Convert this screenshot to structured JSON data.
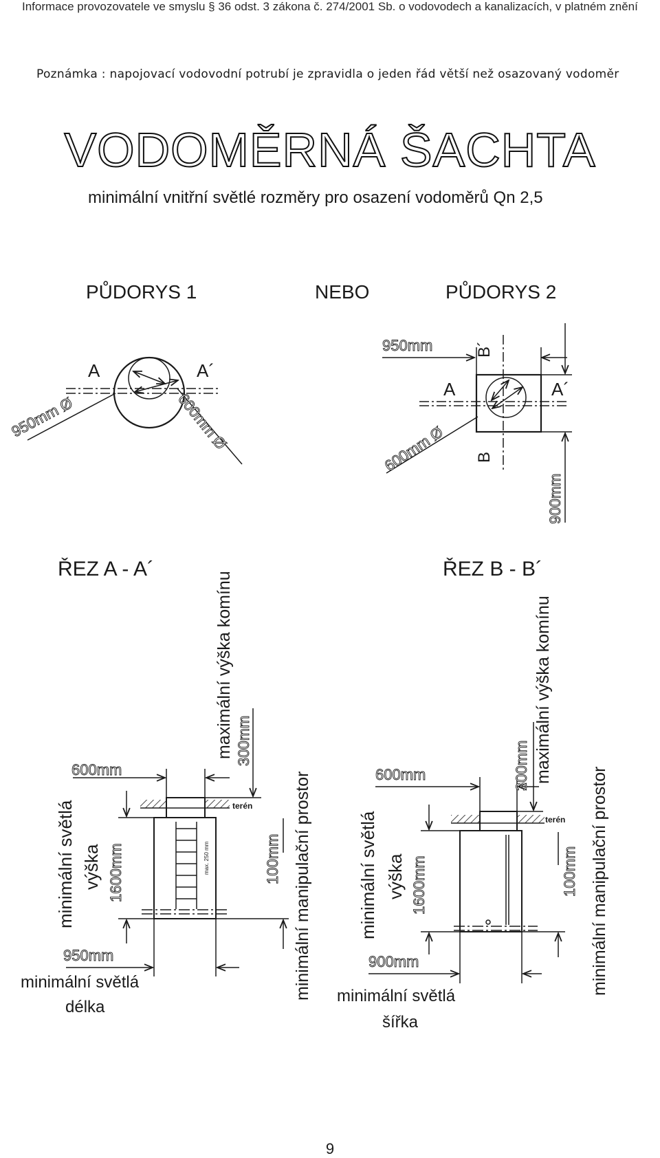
{
  "header": {
    "text": "Informace provozovatele ve smyslu § 36 odst. 3 zákona č. 274/2001 Sb. o vodovodech a kanalizacích, v platném znění"
  },
  "note": {
    "text": "Poznámka : napojovací vodovodní potrubí je zpravidla o jeden řád větší než osazovaný vodoměr"
  },
  "title": "VODOMĚRNÁ ŠACHTA",
  "subtitle": "minimální vnitřní světlé rozměry pro osazení vodoměrů Qn 2,5",
  "plans": {
    "plan1": "PŮDORYS 1",
    "or": "NEBO",
    "plan2": "PŮDORYS 2",
    "p1_label_a": "A",
    "p1_label_a2": "A´",
    "p1_dim_outer": "950mm Ø",
    "p1_dim_inner": "600mm Ø",
    "p2_dim_top": "950mm",
    "p2_label_b2": "B´",
    "p2_label_b": "B",
    "p2_label_a": "A",
    "p2_label_a2": "A´",
    "p2_dim_inner": "600mm Ø",
    "p2_dim_right": "900mm"
  },
  "sections": {
    "aa": {
      "title": "ŘEZ A - A´",
      "dim_600": "600mm",
      "dim_950": "950mm",
      "height_label_1": "minimální světlá",
      "height_label_2": "výška",
      "dim_1600": "1600mm",
      "length_label_1": "minimální světlá",
      "length_label_2": "délka",
      "chimney_label": "maximální výška komínu",
      "dim_300": "300mm",
      "ground": "terén",
      "dim_100": "100mm",
      "manip_label": "minimální manipulační prostor",
      "ladder_note": "max. 250 mm"
    },
    "bb": {
      "title": "ŘEZ B - B´",
      "dim_600": "600mm",
      "dim_900": "900mm",
      "height_label_1": "minimální světlá",
      "height_label_2": "výška",
      "dim_1600": "1600mm",
      "width_label_1": "minimální světlá",
      "width_label_2": "šířka",
      "chimney_label": "maximální výška komínu",
      "dim_300": "300mm",
      "ground": "terén",
      "dim_100": "100mm",
      "manip_label": "minimální manipulační prostor"
    }
  },
  "page_number": "9"
}
